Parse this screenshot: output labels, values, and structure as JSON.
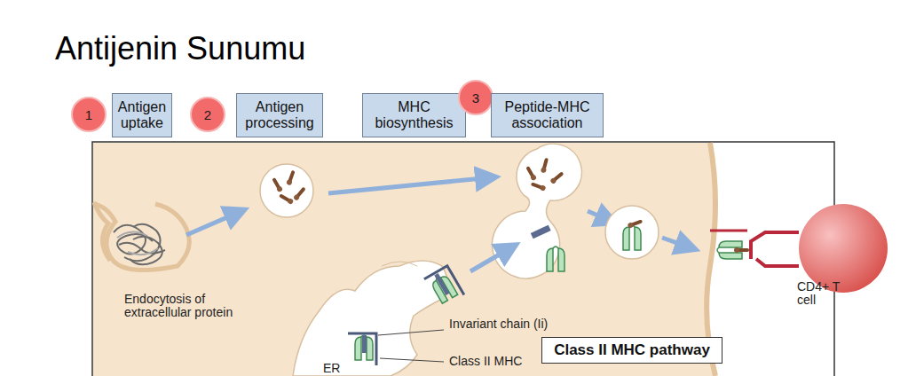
{
  "diagram": {
    "title": "Antijenin Sunumu",
    "nodes": [
      {
        "text": [
          "1"
        ]
      },
      {
        "text": [
          "Antigen uptake"
        ]
      },
      {
        "text": [
          "2"
        ]
      },
      {
        "text": [
          "Antigen processing"
        ]
      },
      {
        "text": [
          "MHC biosynthesis"
        ]
      },
      {
        "text": [
          "3"
        ]
      },
      {
        "text": [
          "Peptide-MHC association"
        ]
      },
      {
        "text": [
          "Class II MHC pathway"
        ]
      }
    ],
    "labels": [
      "Endocytosis of extracellular protein",
      "ER",
      "Invariant chain (Ii)",
      "Class II MHC",
      "CD4+ T cell"
    ]
  }
}
